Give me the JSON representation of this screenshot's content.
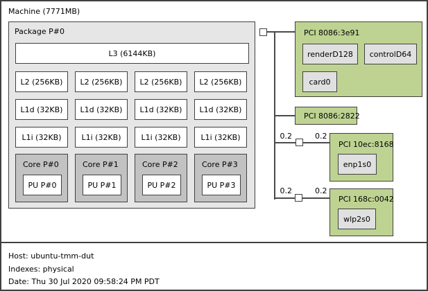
{
  "machine": {
    "label": "Machine (7771MB)"
  },
  "package": {
    "label": "Package P#0",
    "l3_label": "L3 (6144KB)",
    "l2": [
      "L2 (256KB)",
      "L2 (256KB)",
      "L2 (256KB)",
      "L2 (256KB)"
    ],
    "l1d": [
      "L1d (32KB)",
      "L1d (32KB)",
      "L1d (32KB)",
      "L1d (32KB)"
    ],
    "l1i": [
      "L1i (32KB)",
      "L1i (32KB)",
      "L1i (32KB)",
      "L1i (32KB)"
    ],
    "cores": [
      {
        "label": "Core P#0",
        "pu_label": "PU P#0"
      },
      {
        "label": "Core P#1",
        "pu_label": "PU P#1"
      },
      {
        "label": "Core P#2",
        "pu_label": "PU P#2"
      },
      {
        "label": "Core P#3",
        "pu_label": "PU P#3"
      }
    ]
  },
  "pci": {
    "gpu": {
      "label": "PCI 8086:3e91",
      "devices": [
        "renderD128",
        "controlD64",
        "card0"
      ]
    },
    "sata": {
      "label": "PCI 8086:2822"
    },
    "ethernet": {
      "label": "PCI 10ec:8168",
      "device": "enp1s0",
      "link_left": "0.2",
      "link_right": "0.2"
    },
    "wifi": {
      "label": "PCI 168c:0042",
      "device": "wlp2s0",
      "link_left": "0.2",
      "link_right": "0.2"
    }
  },
  "legend": {
    "host": "Host: ubuntu-tmm-dut",
    "indexes": "Indexes: physical",
    "date": "Date: Thu 30 Jul 2020 09:58:24 PM PDT"
  },
  "colors": {
    "border": "#404040",
    "line": "#4a4a4a",
    "package_bg": "#e6e6e6",
    "core_bg": "#c2c2c2",
    "pci_bg": "#bed392",
    "device_bg": "#e0e0e0"
  }
}
